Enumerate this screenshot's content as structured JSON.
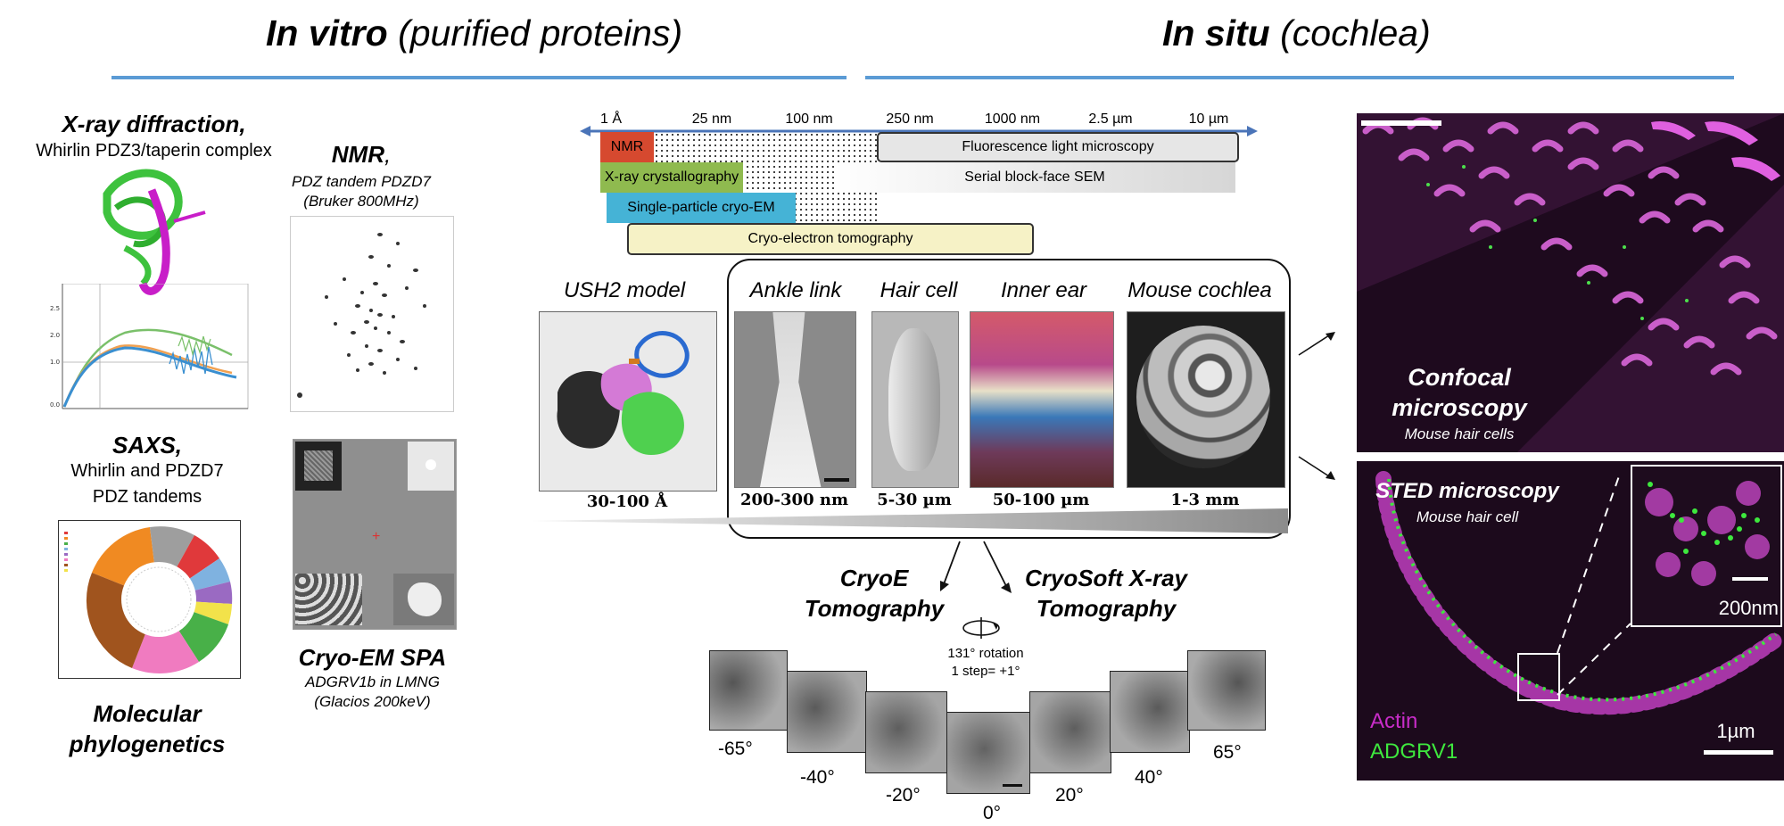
{
  "headers": {
    "left_bold": "In vitro",
    "left_rest": " (purified proteins)",
    "right_bold": "In situ",
    "right_rest": " (cochlea)"
  },
  "left_methods": {
    "xray_title": "X-ray diffraction,",
    "xray_sub": "Whirlin PDZ3/taperin complex",
    "nmr_title": "NMR",
    "nmr_comma": ",",
    "nmr_sub1": "PDZ tandem PDZD7",
    "nmr_sub2": "(Bruker 800MHz)",
    "saxs_title": "SAXS,",
    "saxs_sub1": "Whirlin and PDZD7",
    "saxs_sub2": "PDZ tandems",
    "cryoem_title": "Cryo-EM SPA",
    "cryoem_sub1": "ADGRV1b in LMNG",
    "cryoem_sub2": "(Glacios 200keV)",
    "phylo_title1": "Molecular",
    "phylo_title2": "phylogenetics"
  },
  "scale": {
    "ticks": [
      "1 Å",
      "25 nm",
      "100 nm",
      "250 nm",
      "1000 nm",
      "2.5 µm",
      "10 µm"
    ],
    "bars": {
      "nmr": "NMR",
      "xray": "X-ray crystallography",
      "spa": "Single-particle cryo-EM",
      "cet": "Cryo-electron tomography",
      "flm": "Fluorescence light microscopy",
      "sbf": "Serial block-face SEM"
    },
    "colors": {
      "nmr": "#d6492f",
      "xray": "#8fba4f",
      "spa": "#45b3d6",
      "cet": "#f6f2c6",
      "flm": "#e6e6e6",
      "sbf": "#e2e2e2",
      "arrow": "#4a74b8"
    }
  },
  "samples": {
    "ush2_title": "USH2 model",
    "ush2_size": "30-100 Å",
    "ankle_title": "Ankle link",
    "ankle_size": "200-300 nm",
    "hair_title": "Hair cell",
    "hair_size": "5-30 µm",
    "ear_title": "Inner ear",
    "ear_size": "50-100 µm",
    "cochlea_title": "Mouse cochlea",
    "cochlea_size": "1-3 mm"
  },
  "tomography": {
    "cryoe_1": "CryoE",
    "cryoe_2": "Tomography",
    "soft_1": "CryoSoft X-ray",
    "soft_2": "Tomography",
    "rotation_1": "131° rotation",
    "rotation_2": "1 step= +1°",
    "angles": [
      "-65°",
      "-40°",
      "-20°",
      "0°",
      "20°",
      "40°",
      "65°"
    ]
  },
  "micro": {
    "confocal_1": "Confocal",
    "confocal_2": "microscopy",
    "confocal_sub": "Mouse hair cells",
    "sted_title": "STED microscopy",
    "sted_sub": "Mouse hair cell",
    "inset_scale": "200nm",
    "scale": "1µm",
    "actin": "Actin",
    "adgrv1": "ADGRV1",
    "actin_color": "#c82cc8",
    "adgrv1_color": "#3ee83e"
  }
}
